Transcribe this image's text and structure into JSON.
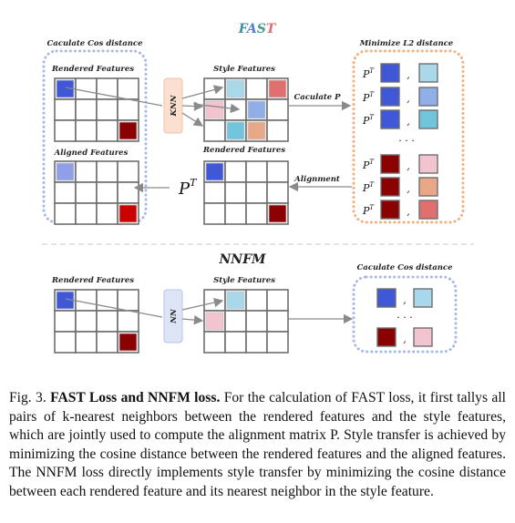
{
  "title": {
    "part1": "F",
    "part2": "A",
    "part3": "S",
    "part4": "T",
    "colors": [
      "#3a8fa0",
      "#5c6bc0",
      "#4f9a8a",
      "#e06060"
    ]
  },
  "labels": {
    "caculate_cos_distance": "Caculate Cos distance",
    "rendered_features": "Rendered Features",
    "aligned_features": "Aligned Features",
    "style_features": "Style Features",
    "minimize_l2": "Minimize L2 distance",
    "caculate_p": "Caculate P",
    "alignment": "Alignment",
    "knn": "KNN",
    "nn": "NN",
    "nnfm": "NNFM",
    "p": "P",
    "t": "T",
    "comma": ",",
    "dots": "· · ·"
  },
  "colors": {
    "blue": "#4058d8",
    "light_blue": "#8fa0e8",
    "dark_red": "#8b0000",
    "red": "#cc0000",
    "sky": "#a8d8ea",
    "pink": "#f2c4d0",
    "periwinkle": "#90aee8",
    "peach": "#e8a888",
    "salmon": "#e07070",
    "teal": "#70c4dc",
    "dotted_blue": "#a8b8e8",
    "dotted_orange": "#f0b080"
  },
  "caption": {
    "fig": "Fig. 3.",
    "bold": "FAST Loss and NNFM loss.",
    "text": "For the calculation of FAST loss, it first tallys all pairs of k-nearest neighbors between the rendered features and the style features, which are jointly used to compute the alignment matrix P. Style transfer is achieved by minimizing the cosine distance between the rendered features and the aligned features. The NNFM loss directly implements style transfer by minimizing the cosine distance between each rendered feature and its nearest neighbor in the style feature."
  }
}
